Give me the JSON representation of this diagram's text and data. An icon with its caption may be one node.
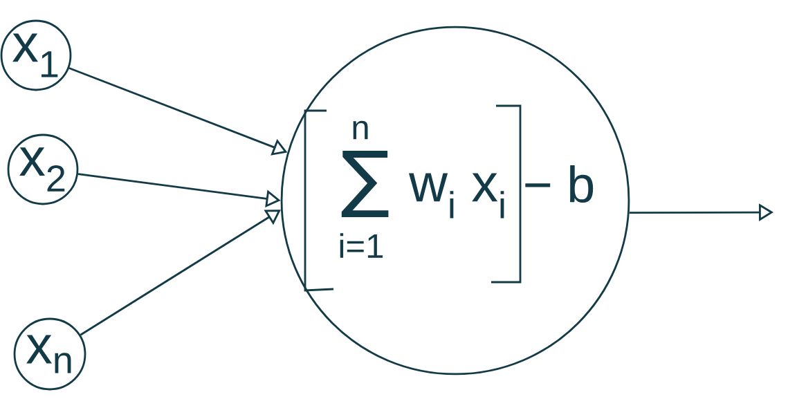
{
  "diagram": {
    "nodes": [
      {
        "text": [
          "x$_{1}$"
        ]
      },
      {
        "text": [
          "x$_{2}$"
        ]
      },
      {
        "text": [
          "x$_{n}$"
        ]
      },
      {
        "text": [
          "n",
          "∑",
          "i=1",
          "w$_{i}$ x$_{i}$",
          "− b"
        ]
      }
    ],
    "edges": [
      {
        "from": 0,
        "to": 3,
        "arrow": "to"
      },
      {
        "from": 1,
        "to": 3,
        "arrow": "to"
      },
      {
        "from": 2,
        "to": 3,
        "arrow": "to"
      },
      {
        "from": 3,
        "to": null,
        "arrow": "to"
      }
    ]
  }
}
